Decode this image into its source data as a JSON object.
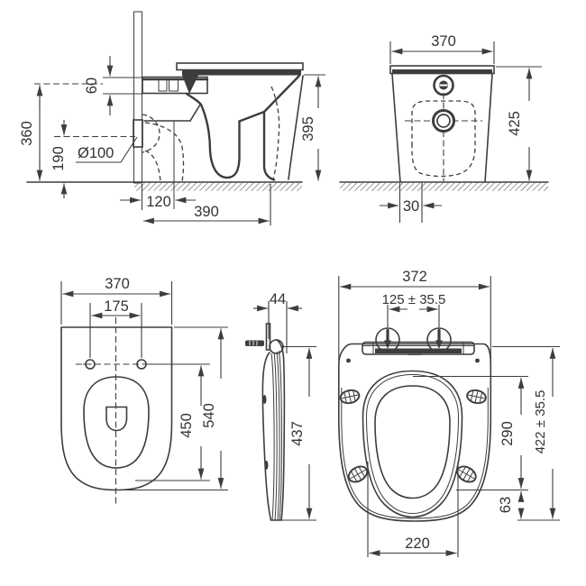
{
  "drawing": {
    "title": "Toilet pan and seat technical dimensions",
    "units": "mm",
    "line_color": "#3d3d3d",
    "text_color": "#333333",
    "background": "#ffffff"
  },
  "views": {
    "pan_side": {
      "name": "pan-side-section",
      "dims": {
        "inlet_center_height": "360",
        "inlet_pipe_height": "60",
        "outlet_center_height": "190",
        "outlet_diameter": "Ø100",
        "wall_to_trap": "120",
        "wall_to_front": "390",
        "rim_height": "395"
      }
    },
    "pan_front": {
      "name": "pan-front-elevation",
      "dims": {
        "top_width": "370",
        "height": "425",
        "edge_offset": "30"
      }
    },
    "pan_top": {
      "name": "pan-plan",
      "dims": {
        "width": "370",
        "seat_hole_spacing": "175",
        "holes_to_front": "450",
        "overall_depth": "540"
      }
    },
    "seat_side": {
      "name": "seat-profile",
      "dims": {
        "hinge_width": "44",
        "length": "437"
      }
    },
    "seat_top": {
      "name": "seat-plan",
      "dims": {
        "width": "372",
        "hinge_spacing": "125 ± 35.5",
        "ring_length": "290",
        "overall_length": "422 ± 35.5",
        "rear_offset": "63",
        "front_width": "220"
      }
    }
  }
}
